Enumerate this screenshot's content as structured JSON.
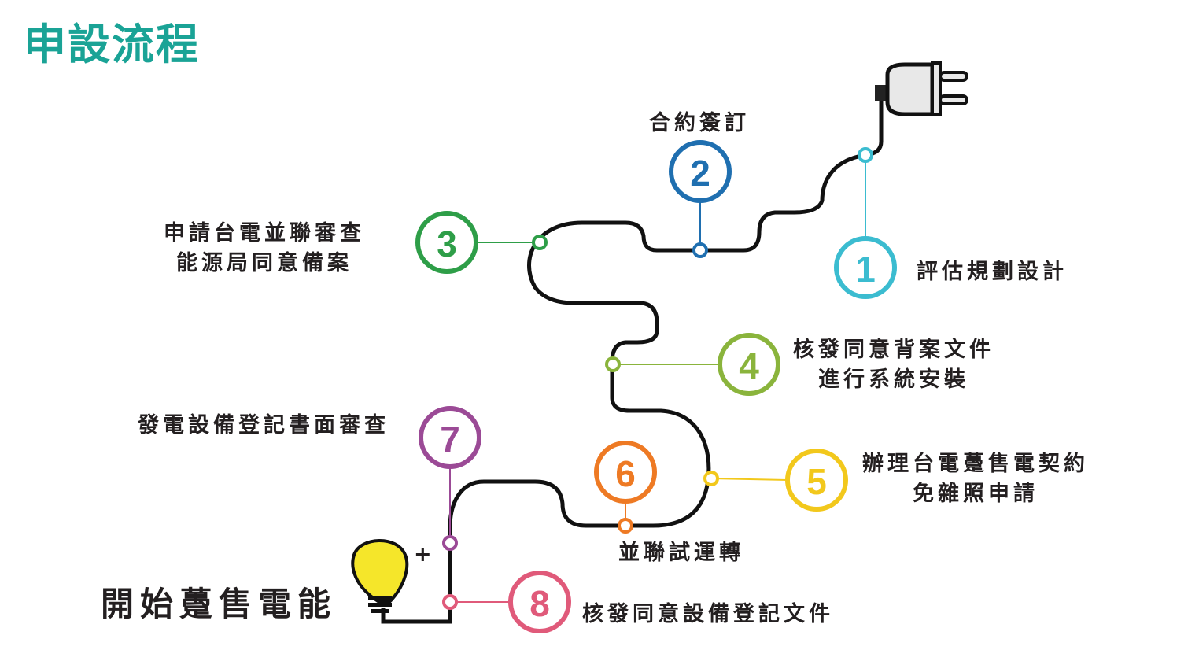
{
  "title": "申設流程",
  "final_label": "開始躉售電能",
  "plus_sign": "+",
  "steps": [
    {
      "number": "1",
      "line1": "評估規劃設計",
      "line2": "",
      "color": "#3bbcd0"
    },
    {
      "number": "2",
      "line1": "合約簽訂",
      "line2": "",
      "color": "#1f6fb0"
    },
    {
      "number": "3",
      "line1": "申請台電並聯審查",
      "line2": "能源局同意備案",
      "color": "#2e9e48"
    },
    {
      "number": "4",
      "line1": "核發同意背案文件",
      "line2": "進行系統安裝",
      "color": "#8ab43c"
    },
    {
      "number": "5",
      "line1": "辦理台電躉售電契約",
      "line2": "免雜照申請",
      "color": "#f2c81c"
    },
    {
      "number": "6",
      "line1": "並聯試運轉",
      "line2": "",
      "color": "#ee7a24"
    },
    {
      "number": "7",
      "line1": "發電設備登記書面審查",
      "line2": "",
      "color": "#9b4a96"
    },
    {
      "number": "8",
      "line1": "核發同意設備登記文件",
      "line2": "",
      "color": "#e05a7a"
    }
  ]
}
